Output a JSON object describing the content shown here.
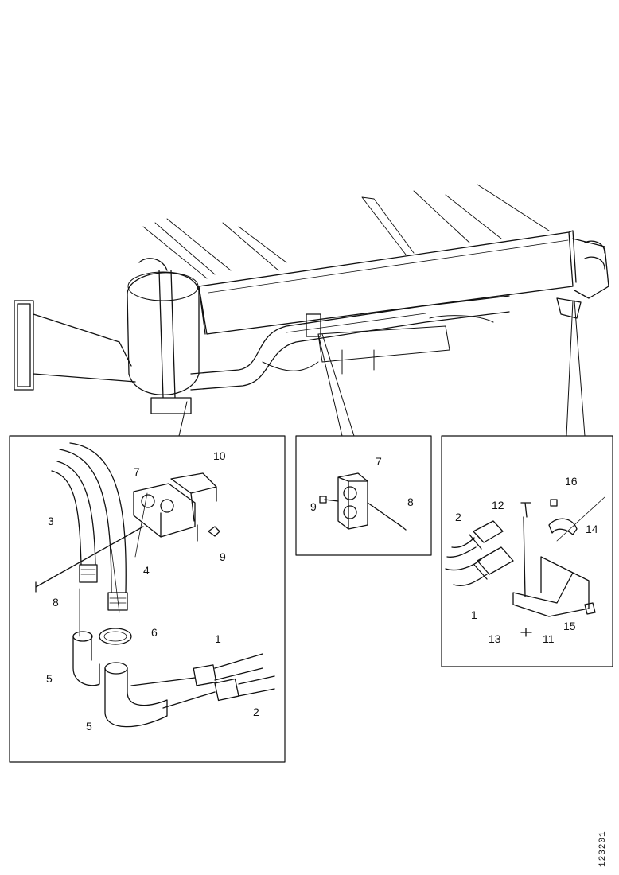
{
  "callouts": {
    "left_panel": [
      "10",
      "7",
      "3",
      "4",
      "9",
      "8",
      "6",
      "5",
      "5",
      "1",
      "2"
    ],
    "middle_panel": [
      "7",
      "9",
      "8"
    ],
    "right_panel": [
      "16",
      "12",
      "2",
      "14",
      "1",
      "15",
      "13",
      "11"
    ]
  },
  "reference_code": "123201"
}
